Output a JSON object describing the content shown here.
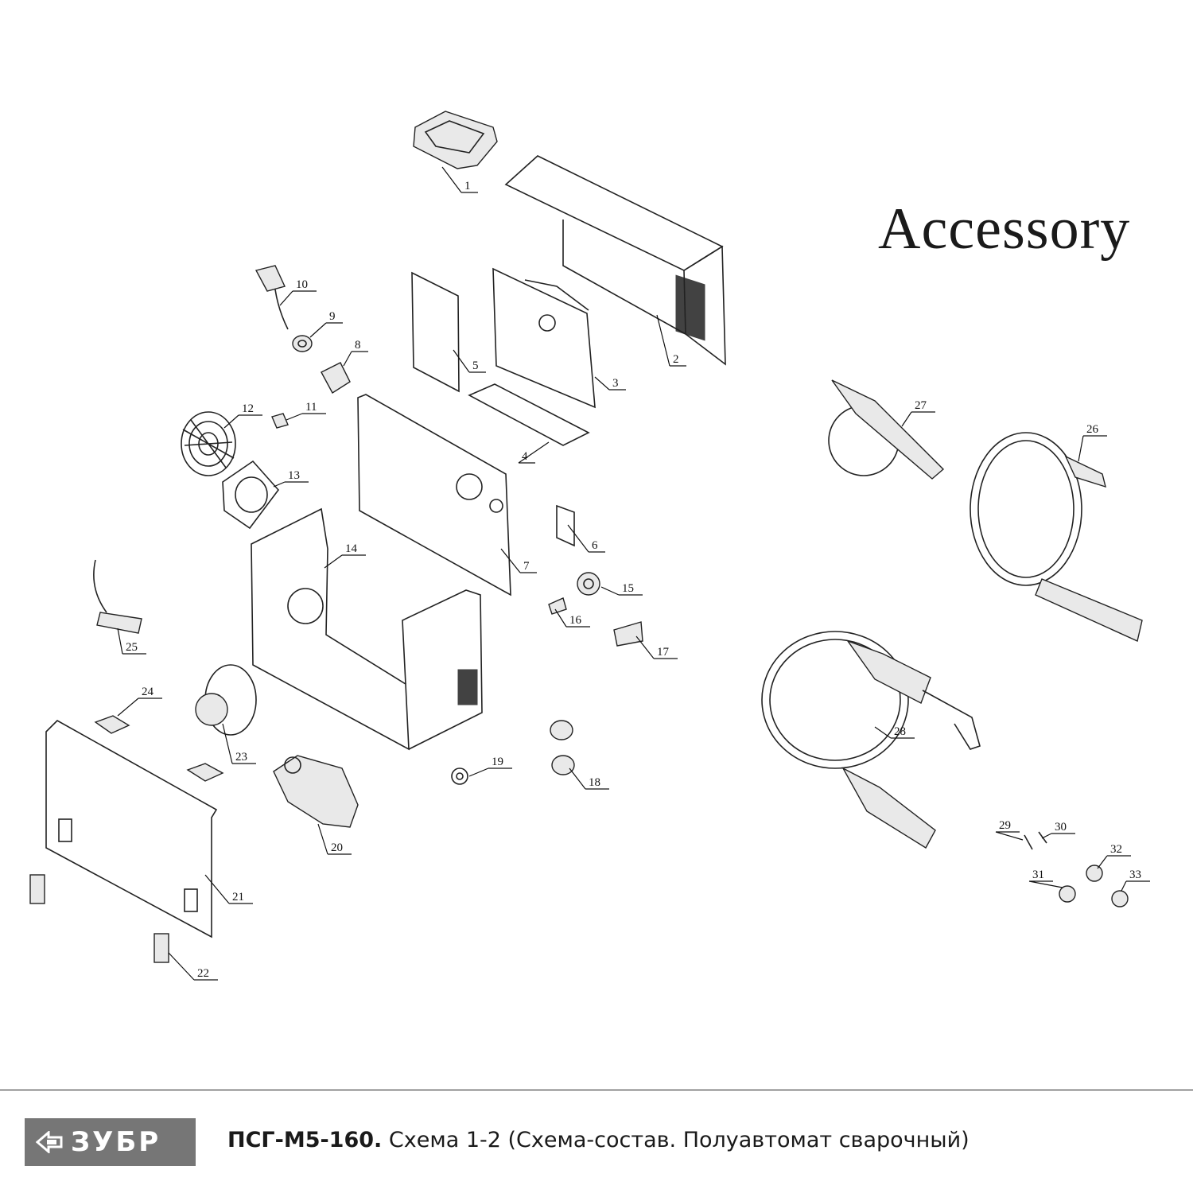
{
  "diagram": {
    "section_title": "Accessory",
    "callouts": [
      "1",
      "2",
      "3",
      "4",
      "5",
      "6",
      "7",
      "8",
      "9",
      "10",
      "11",
      "12",
      "13",
      "14",
      "15",
      "16",
      "17",
      "18",
      "19",
      "20",
      "21",
      "22",
      "23",
      "24",
      "25",
      "26",
      "27",
      "28",
      "29",
      "30",
      "31",
      "32",
      "33"
    ]
  },
  "footer": {
    "brand_logo_text": "ЗУБР",
    "model": "ПСГ-М5-160.",
    "description": " Схема 1-2 (Схема-состав. Полуавтомат сварочный)"
  },
  "colors": {
    "logo_background": "#767676",
    "line_art": "#222222"
  }
}
